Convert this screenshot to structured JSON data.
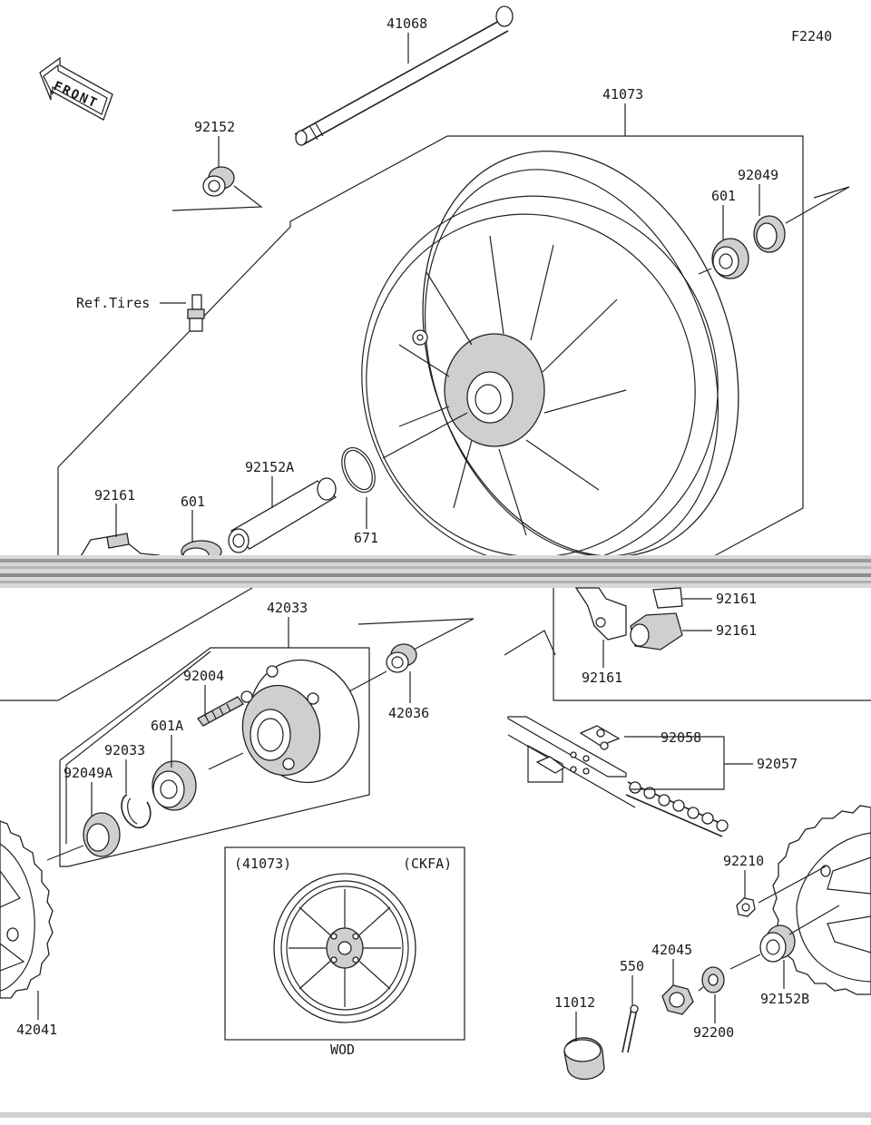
{
  "diagram_code": "F2240",
  "front_label": "FRONT",
  "ref_label": "Ref.Tires",
  "parts": {
    "p41068": "41068",
    "p92152": "92152",
    "p41073": "41073",
    "p92049": "92049",
    "p601_top": "601",
    "p92152A": "92152A",
    "p92161_left": "92161",
    "p601_left": "601",
    "p671": "671",
    "p92161_r1": "92161",
    "p92161_r2": "92161",
    "p92161_r3": "92161",
    "p42033": "42033",
    "p92004": "92004",
    "p601A": "601A",
    "p92033": "92033",
    "p92049A": "92049A",
    "p42036": "42036",
    "p92058": "92058",
    "p92057": "92057",
    "p92210": "92210",
    "p42041": "42041",
    "p42045": "42045",
    "p550": "550",
    "p11012": "11012",
    "p92200": "92200",
    "p92152B": "92152B"
  },
  "inset": {
    "ref_code": "(41073)",
    "variant_code": "(CKFA)",
    "color_code": "WOD"
  }
}
